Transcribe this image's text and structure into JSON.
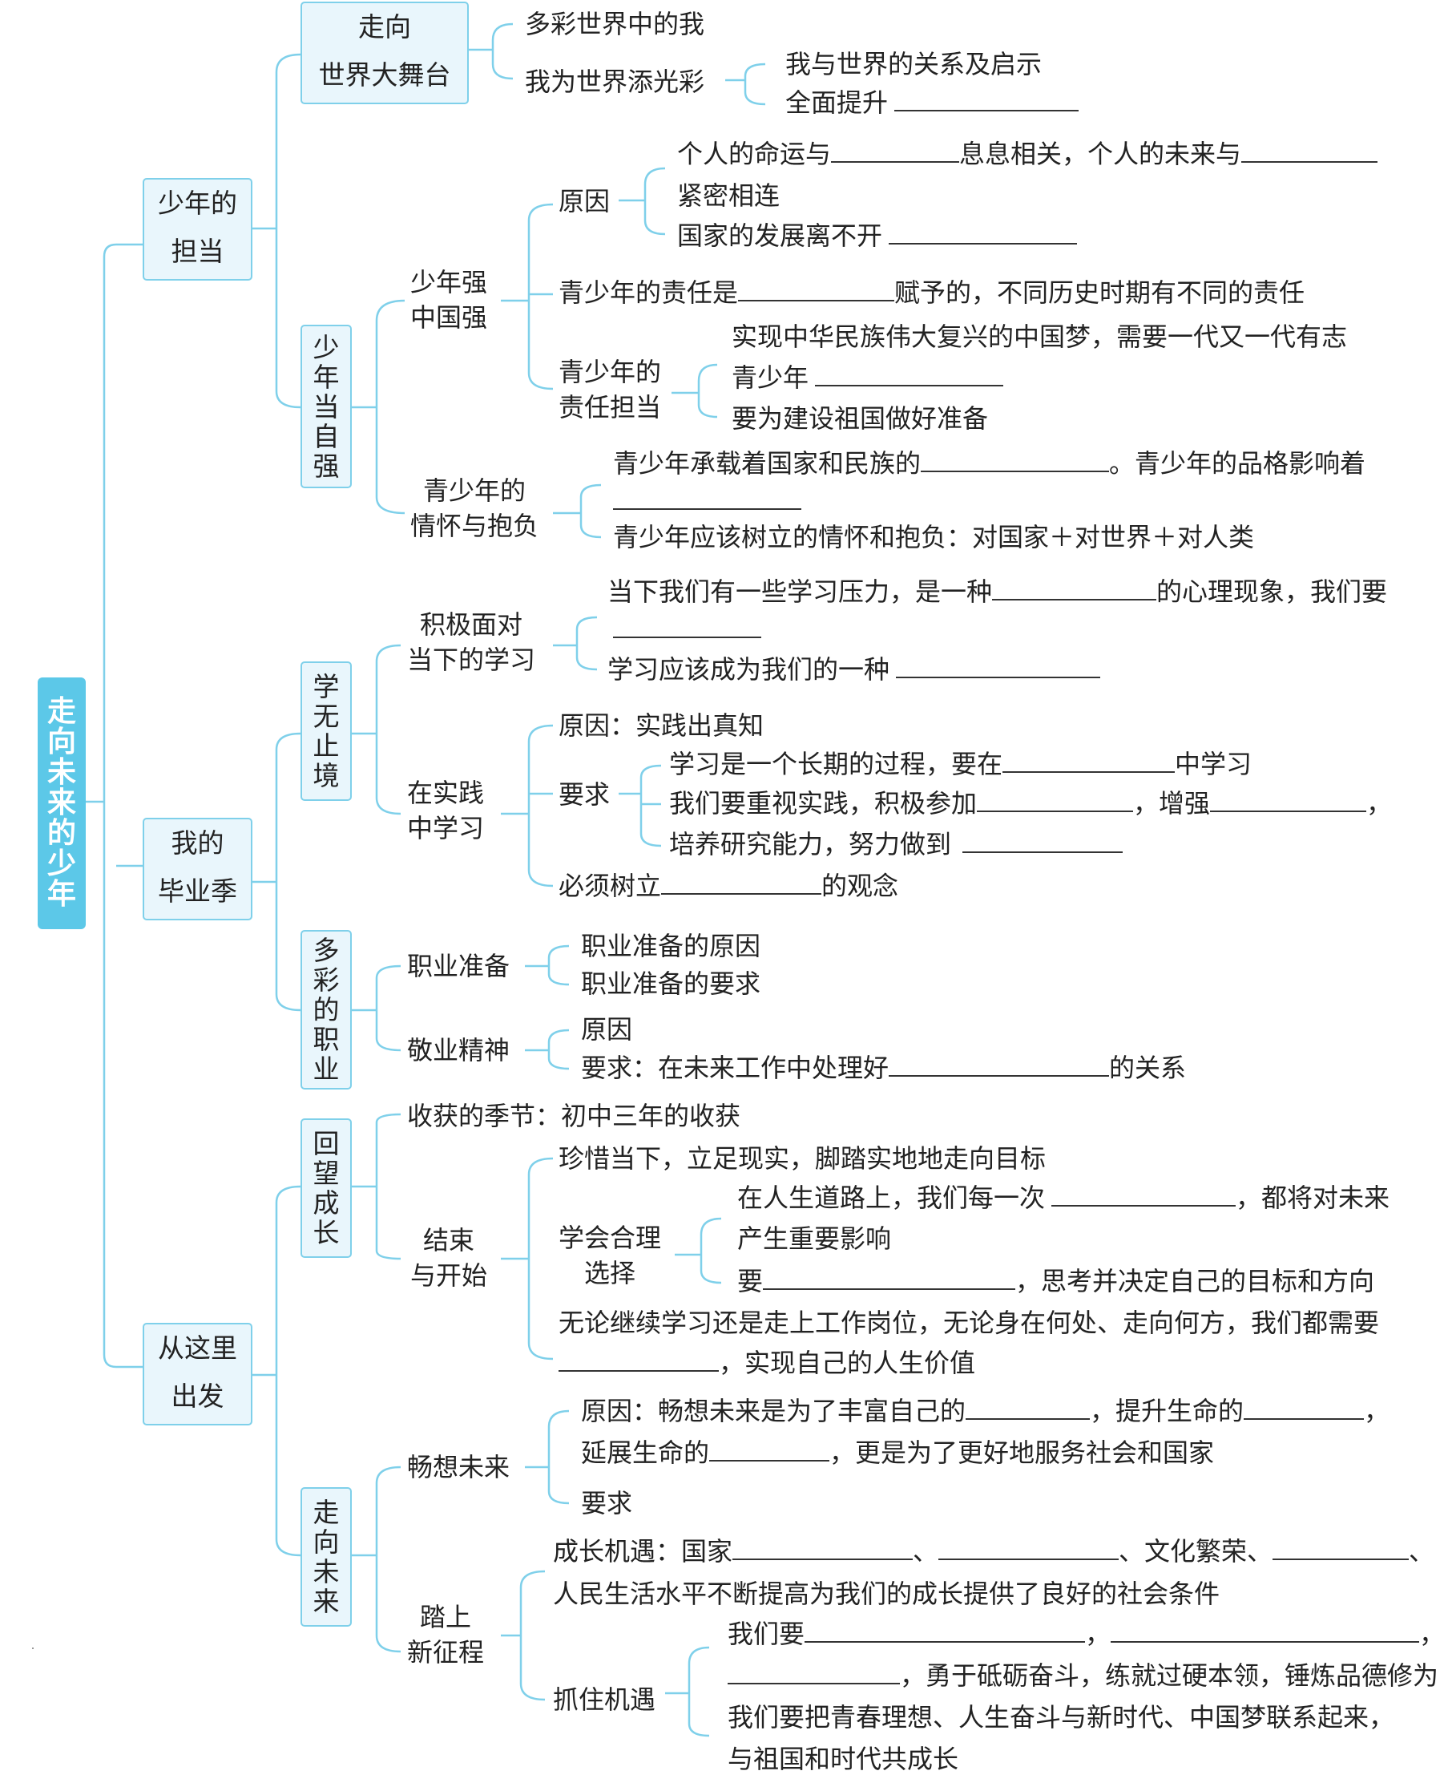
{
  "root": "走向未来的少年",
  "units": [
    {
      "title": [
        "少年的",
        "担当"
      ],
      "lessons": [
        {
          "title": [
            "走向",
            "世界大舞台"
          ],
          "items": [
            "多彩世界中的我",
            "我为世界添光彩",
            "我与世界的关系及启示",
            "全面提升"
          ]
        },
        {
          "title": "少年当自强",
          "topics": [
            {
              "label": [
                "少年强",
                "中国强"
              ],
              "items": [
                "原因",
                "个人的命运与",
                "息息相关，个人的未来与",
                "紧密相连",
                "国家的发展离不开",
                "青少年的责任是",
                "赋予的，不同历史时期有不同的责任",
                "青少年的",
                "责任担当",
                "实现中华民族伟大复兴的中国梦，需要一代又一代有志",
                "青少年",
                "要为建设祖国做好准备"
              ]
            },
            {
              "label": [
                "青少年的",
                "情怀与抱负"
              ],
              "items": [
                "青少年承载着国家和民族的",
                "。青少年的品格影响着",
                "青少年应该树立的情怀和抱负：对国家＋对世界＋对人类"
              ]
            }
          ]
        }
      ]
    },
    {
      "title": [
        "我的",
        "毕业季"
      ],
      "lessons": [
        {
          "title": "学无止境",
          "topics": [
            {
              "label": [
                "积极面对",
                "当下的学习"
              ],
              "items": [
                "当下我们有一些学习压力，是一种",
                "的心理现象，我们要",
                "学习应该成为我们的一种"
              ]
            },
            {
              "label": [
                "在实践",
                "中学习"
              ],
              "items": [
                "原因：实践出真知",
                "要求",
                "学习是一个长期的过程，要在",
                "中学习",
                "我们要重视实践，积极参加",
                "，增强",
                "，",
                "培养研究能力，努力做到",
                "必须树立",
                "的观念"
              ]
            }
          ]
        },
        {
          "title": "多彩的职业",
          "topics": [
            {
              "label": "职业准备",
              "items": [
                "职业准备的原因",
                "职业准备的要求"
              ]
            },
            {
              "label": "敬业精神",
              "items": [
                "原因",
                "要求：在未来工作中处理好",
                "的关系"
              ]
            }
          ]
        }
      ]
    },
    {
      "title": [
        "从这里",
        "出发"
      ],
      "lessons": [
        {
          "title": "回望成长",
          "topics": [
            {
              "label": "收获的季节：初中三年的收获"
            },
            {
              "label": [
                "结束",
                "与开始"
              ],
              "items": [
                "珍惜当下，立足现实，脚踏实地地走向目标",
                "学会合理",
                "选择",
                "在人生道路上，我们每一次",
                "，都将对未来",
                "产生重要影响",
                "要",
                "，思考并决定自己的目标和方向",
                "无论继续学习还是走上工作岗位，无论身在何处、走向何方，我们都需要",
                "，实现自己的人生价值"
              ]
            }
          ]
        },
        {
          "title": "走向未来",
          "topics": [
            {
              "label": "畅想未来",
              "items": [
                "原因：畅想未来是为了丰富自己的",
                "，提升生命的",
                "，",
                "延展生命的",
                "，更是为了更好地服务社会和国家",
                "要求"
              ]
            },
            {
              "label": [
                "踏上",
                "新征程"
              ],
              "items": [
                "成长机遇：国家",
                "、",
                "、文化繁荣、",
                "、",
                "人民生活水平不断提高为我们的成长提供了良好的社会条件",
                "抓住机遇",
                "我们要",
                "，",
                "，",
                "，勇于砥砺奋斗，练就过硬本领，锤炼品德修为",
                "我们要把青春理想、人生奋斗与新时代、中国梦联系起来，",
                "与祖国和时代共成长"
              ]
            }
          ]
        }
      ]
    }
  ],
  "colors": {
    "accent": "#5cc8e8",
    "box_fill": "#e9f6fc",
    "box_border": "#7fd0ea",
    "line": "#7fd0ea"
  }
}
